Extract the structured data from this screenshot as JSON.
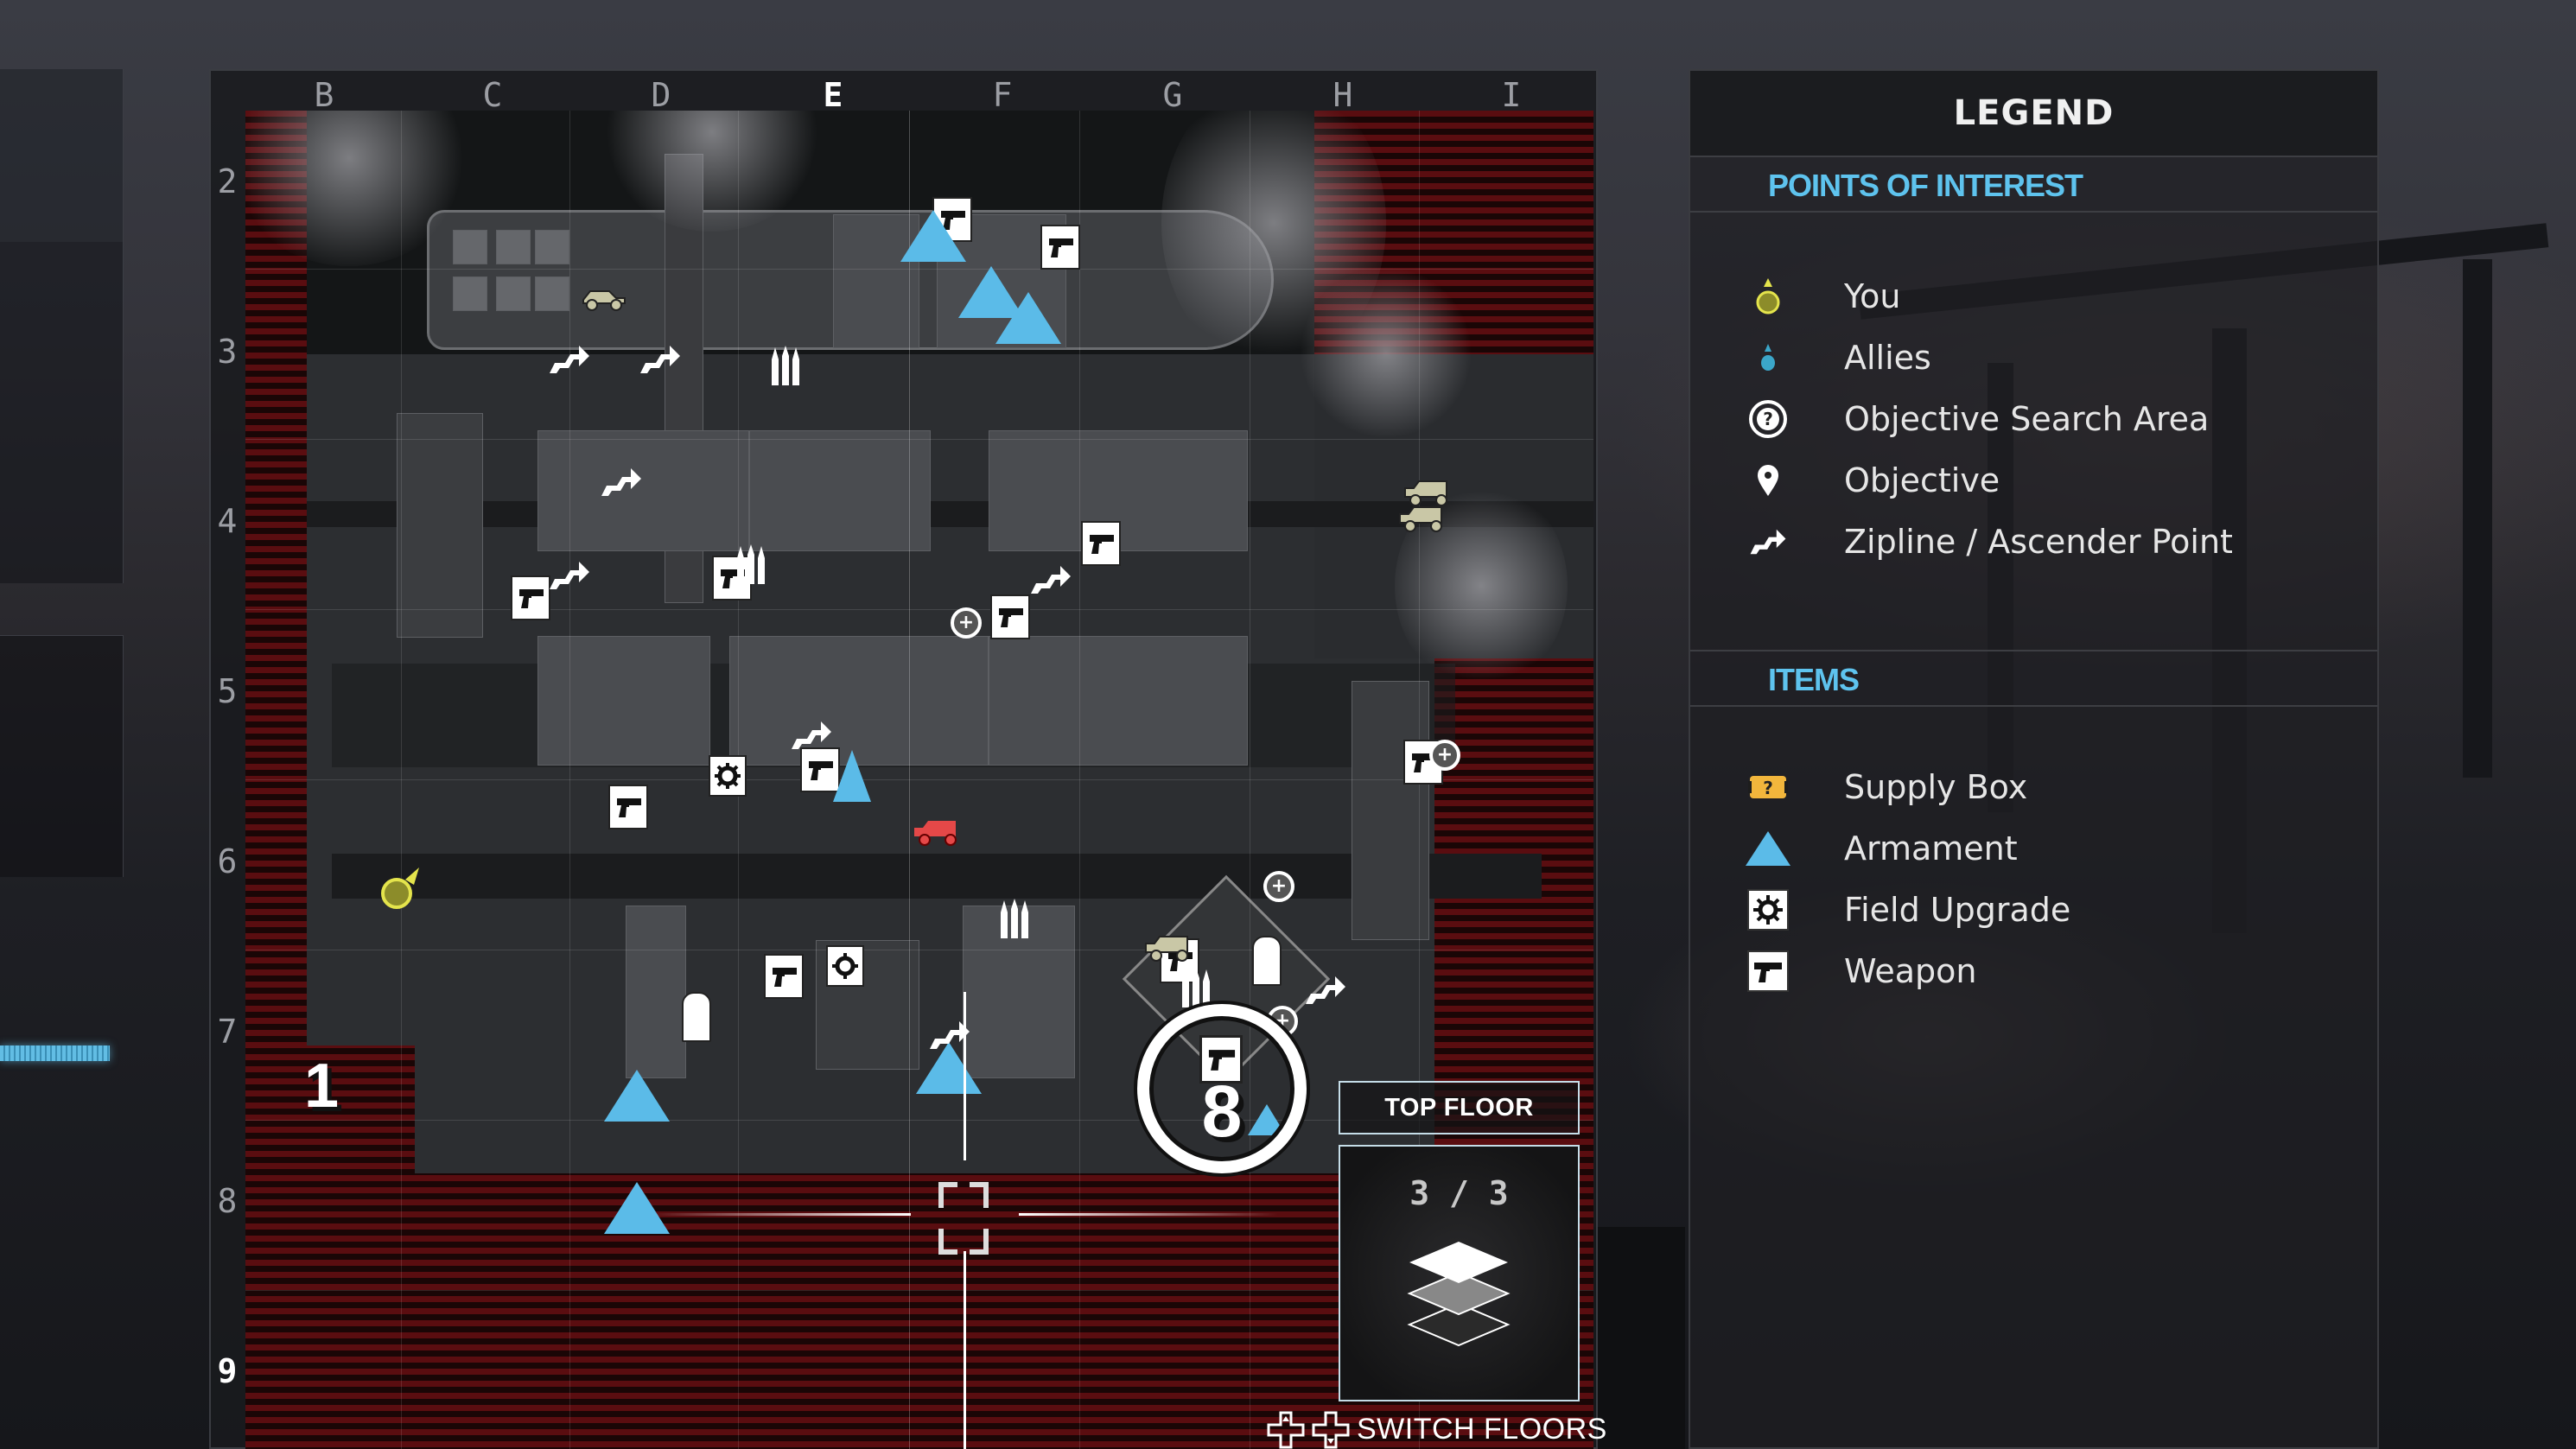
{
  "map": {
    "columns": [
      "B",
      "C",
      "D",
      "E",
      "F",
      "G",
      "H",
      "I"
    ],
    "active_column": "E",
    "rows": [
      "2",
      "3",
      "4",
      "5",
      "6",
      "7",
      "8",
      "9"
    ],
    "active_row": "9",
    "cluster_count": "8",
    "pin_number": "1",
    "floor": {
      "label": "TOP FLOOR",
      "current": "3 / 3",
      "switch_label": "SWITCH FLOORS",
      "switch_icon": "dpad-icon"
    },
    "markers": {
      "you_color": "#d6d64a",
      "ally_color": "#3ba6c9",
      "armament_color": "#5bbbe8",
      "enemy_vehicle_color": "#e54848",
      "neutral_vehicle_color": "#c9c7a6"
    }
  },
  "legend": {
    "title": "LEGEND",
    "sections": [
      {
        "heading": "POINTS OF INTEREST",
        "items": [
          {
            "icon": "you-icon",
            "label": "You"
          },
          {
            "icon": "ally-icon",
            "label": "Allies"
          },
          {
            "icon": "objective-search-area-icon",
            "label": "Objective Search Area"
          },
          {
            "icon": "objective-icon",
            "label": "Objective"
          },
          {
            "icon": "zipline-icon",
            "label": "Zipline / Ascender Point"
          }
        ]
      },
      {
        "heading": "ITEMS",
        "items": [
          {
            "icon": "supply-box-icon",
            "label": "Supply Box"
          },
          {
            "icon": "armament-icon",
            "label": "Armament"
          },
          {
            "icon": "field-upgrade-icon",
            "label": "Field Upgrade"
          },
          {
            "icon": "weapon-icon",
            "label": "Weapon"
          }
        ]
      }
    ],
    "colors": {
      "heading": "#5ec3ee",
      "supply_box": "#f2b63c",
      "armament": "#5bbbe8"
    }
  }
}
